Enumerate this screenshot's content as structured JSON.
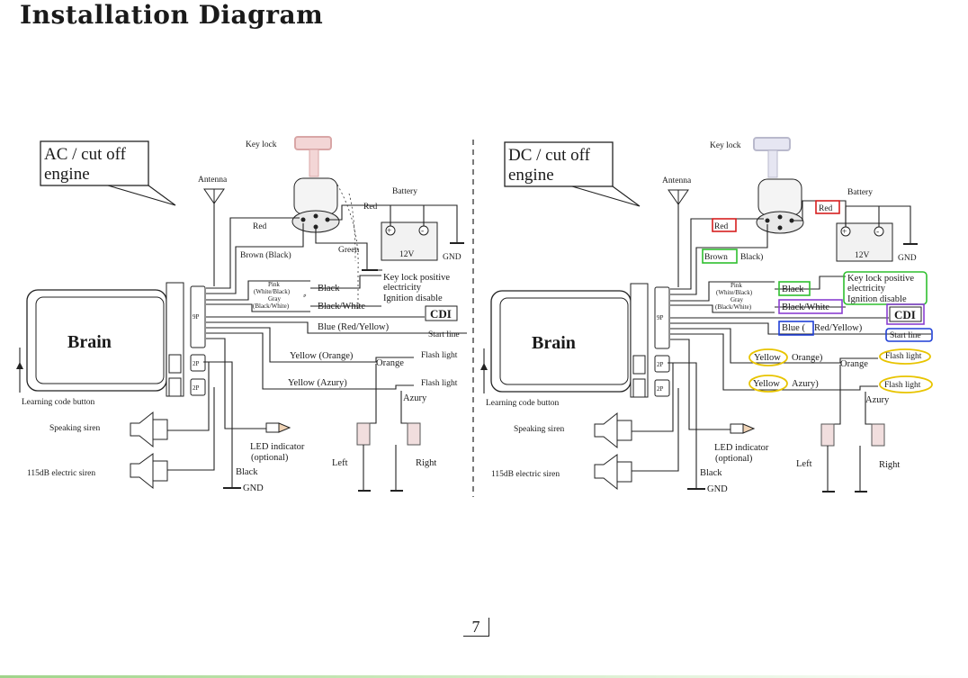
{
  "title": "Installation Diagram",
  "page_number": "7",
  "left_panel": {
    "heading_line1": "AC / cut off",
    "heading_line2": "engine",
    "key_lock": "Key lock",
    "antenna": "Antenna",
    "battery": "Battery",
    "battery_voltage": "12V",
    "gnd": "GND",
    "red": "Red",
    "green": "Green",
    "brown_black": "Brown (Black)",
    "black": "Black",
    "black_white": "Black/White",
    "pink": "Pink",
    "white_black": "(White/Black)",
    "gray": "Gray",
    "black_white_small": "(Black/White)",
    "key_lock_positive": "Key lock positive",
    "electricity": "electricity",
    "ignition_disable": "Ignition disable",
    "cdi": "CDI",
    "blue_red_yellow": "Blue (Red/Yellow)",
    "start_line": "Start line",
    "yellow_orange": "Yellow (Orange)",
    "orange": "Orange",
    "flash_light": "Flash light",
    "yellow_azury": "Yellow (Azury)",
    "azury": "Azury",
    "brain": "Brain",
    "connector_9p": "9P",
    "connector_2p": "2P",
    "learning_code_button": "Learning code button",
    "speaking_siren": "Speaking siren",
    "electric_siren": "115dB electric siren",
    "led_indicator": "LED indicator",
    "optional": "(optional)",
    "left": "Left",
    "right": "Right",
    "black_gnd_wire": "Black",
    "gnd_bottom": "GND"
  },
  "right_panel": {
    "heading_line1": "DC / cut off",
    "heading_line2": "engine",
    "key_lock": "Key lock",
    "antenna": "Antenna",
    "battery": "Battery",
    "battery_voltage": "12V",
    "gnd": "GND",
    "red": "Red",
    "red_battery": "Red",
    "brown": "Brown",
    "black_after_brown": "Black)",
    "black": "Black",
    "black_white": "Black/White",
    "pink": "Pink",
    "white_black": "(White/Black)",
    "gray": "Gray",
    "black_white_small": "(Black/White)",
    "key_lock_positive": "Key lock positive",
    "electricity": "electricity",
    "ignition_disable": "Ignition disable",
    "cdi": "CDI",
    "blue": "Blue (",
    "red_yellow": "Red/Yellow)",
    "start_line": "Start line",
    "yellow_orange_a": "Yellow",
    "yellow_orange_b": "Orange)",
    "orange": "Orange",
    "flash_light": "Flash light",
    "yellow_azury_a": "Yellow",
    "yellow_azury_b": "Azury)",
    "azury": "Azury",
    "brain": "Brain",
    "connector_9p": "9P",
    "connector_2p": "2P",
    "learning_code_button": "Learning code button",
    "speaking_siren": "Speaking siren",
    "electric_siren": "115dB electric siren",
    "led_indicator": "LED indicator",
    "optional": "(optional)",
    "left": "Left",
    "right": "Right",
    "black_gnd_wire": "Black",
    "gnd_bottom": "GND"
  },
  "annotation_colors": {
    "red": "#d61f1f",
    "green": "#2fbf2f",
    "purple": "#8a3fd1",
    "blue": "#1f3fd6",
    "yellow": "#e8c400"
  }
}
